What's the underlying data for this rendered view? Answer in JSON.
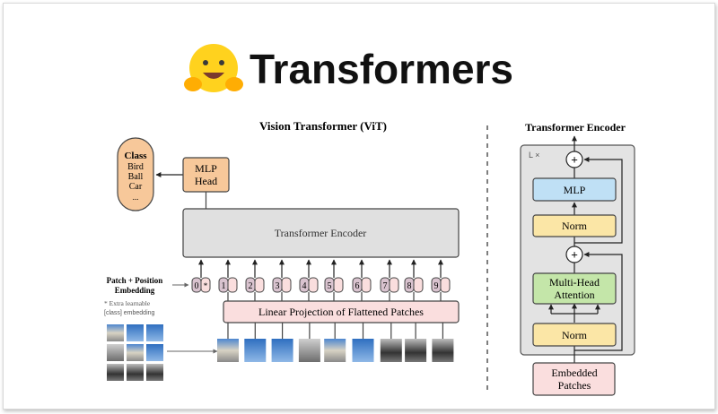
{
  "header": {
    "title": "Transformers",
    "logo_icon": "hugging-face-emoji"
  },
  "vit": {
    "title": "Vision Transformer (ViT)",
    "class_box": {
      "title": "Class",
      "items": [
        "Bird",
        "Ball",
        "Car",
        "..."
      ]
    },
    "mlp_head": [
      "MLP",
      "Head"
    ],
    "encoder_label": "Transformer Encoder",
    "embedding_label": [
      "Patch + Position",
      "Embedding"
    ],
    "note": [
      "* Extra learnable",
      "[class] embedding"
    ],
    "tokens": [
      "0",
      "1",
      "2",
      "3",
      "4",
      "5",
      "6",
      "7",
      "8",
      "9"
    ],
    "class_token_marker": "*",
    "projection_label": "Linear Projection of Flattened Patches"
  },
  "encoder": {
    "title": "Transformer Encoder",
    "repeat_label": "L ×",
    "plus": "+",
    "mlp": "MLP",
    "norm": "Norm",
    "attention": [
      "Multi-Head",
      "Attention"
    ],
    "input": [
      "Embedded",
      "Patches"
    ]
  },
  "colors": {
    "orange": "#f7c89a",
    "gray_box": "#e0e0e0",
    "pink": "#fadede",
    "token": "#d9c3cf",
    "blue": "#bfe0f5",
    "yellow": "#fbe6a6",
    "green": "#c4e6a9"
  }
}
